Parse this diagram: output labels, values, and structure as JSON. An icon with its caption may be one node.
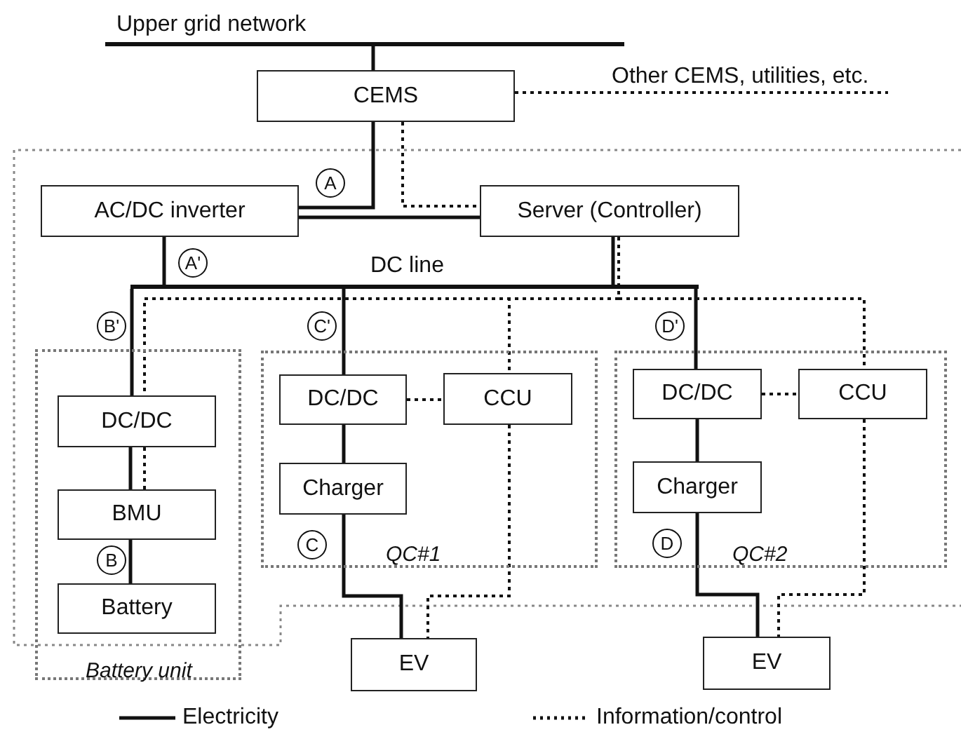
{
  "diagram": {
    "nodes": [
      {
        "text": [],
        "shape": "bar",
        "beside": [
          "Upper grid network"
        ]
      },
      {
        "text": [
          "CEMS"
        ]
      },
      {
        "text": [
          "Other CEMS, utilities, etc."
        ]
      },
      {
        "text": [
          "AC/DC inverter"
        ]
      },
      {
        "text": [
          "Server (Controller)"
        ]
      },
      {
        "text": [],
        "shape": "bar",
        "beside": [
          "DC line"
        ]
      },
      {
        "text": [
          "Battery unit"
        ]
      },
      {
        "text": [
          "DC/DC"
        ],
        "in": 6
      },
      {
        "text": [
          "BMU"
        ],
        "in": 6
      },
      {
        "text": [
          "Battery"
        ],
        "in": 6
      },
      {
        "text": [
          "QC#1"
        ]
      },
      {
        "text": [
          "DC/DC"
        ],
        "in": 10
      },
      {
        "text": [
          "CCU"
        ],
        "in": 10
      },
      {
        "text": [
          "Charger"
        ],
        "in": 10
      },
      {
        "text": [
          "QC#2"
        ]
      },
      {
        "text": [
          "DC/DC"
        ],
        "in": 14
      },
      {
        "text": [
          "CCU"
        ],
        "in": 14
      },
      {
        "text": [
          "Charger"
        ],
        "in": 14
      },
      {
        "text": [
          "EV"
        ]
      },
      {
        "text": [
          "EV"
        ]
      }
    ],
    "edges": [
      {
        "from": 0,
        "to": 1,
        "arrow": "none"
      },
      {
        "from": 1,
        "to": 3,
        "arrow": "none",
        "label": "A"
      },
      {
        "from": 1,
        "to": 4,
        "arrow": "none",
        "style": "dashed"
      },
      {
        "from": 1,
        "to": 2,
        "arrow": "none",
        "style": "dashed"
      },
      {
        "from": 3,
        "to": 4,
        "arrow": "none"
      },
      {
        "from": 3,
        "to": 5,
        "arrow": "none",
        "label": "A'"
      },
      {
        "from": 4,
        "to": 5,
        "arrow": "none"
      },
      {
        "from": 5,
        "to": 7,
        "arrow": "none",
        "label": "B'"
      },
      {
        "from": 5,
        "to": 11,
        "arrow": "none",
        "label": "C'"
      },
      {
        "from": 5,
        "to": 15,
        "arrow": "none",
        "label": "D'"
      },
      {
        "from": 4,
        "to": 7,
        "arrow": "none",
        "style": "dashed"
      },
      {
        "from": 4,
        "to": 12,
        "arrow": "none",
        "style": "dashed"
      },
      {
        "from": 4,
        "to": 16,
        "arrow": "none",
        "style": "dashed"
      },
      {
        "from": 7,
        "to": 8,
        "arrow": "none"
      },
      {
        "from": 7,
        "to": 8,
        "arrow": "none",
        "style": "dashed"
      },
      {
        "from": 8,
        "to": 9,
        "arrow": "none",
        "label": "B"
      },
      {
        "from": 11,
        "to": 12,
        "arrow": "none",
        "style": "dashed"
      },
      {
        "from": 11,
        "to": 13,
        "arrow": "none"
      },
      {
        "from": 13,
        "to": 18,
        "arrow": "none",
        "label": "C"
      },
      {
        "from": 12,
        "to": 18,
        "arrow": "none",
        "style": "dashed"
      },
      {
        "from": 15,
        "to": 16,
        "arrow": "none",
        "style": "dashed"
      },
      {
        "from": 15,
        "to": 17,
        "arrow": "none"
      },
      {
        "from": 17,
        "to": 19,
        "arrow": "none",
        "label": "D"
      },
      {
        "from": 16,
        "to": 19,
        "arrow": "none",
        "style": "dashed"
      }
    ],
    "legend": [
      {
        "text": "Electricity"
      },
      {
        "text": "Information/control"
      }
    ]
  }
}
